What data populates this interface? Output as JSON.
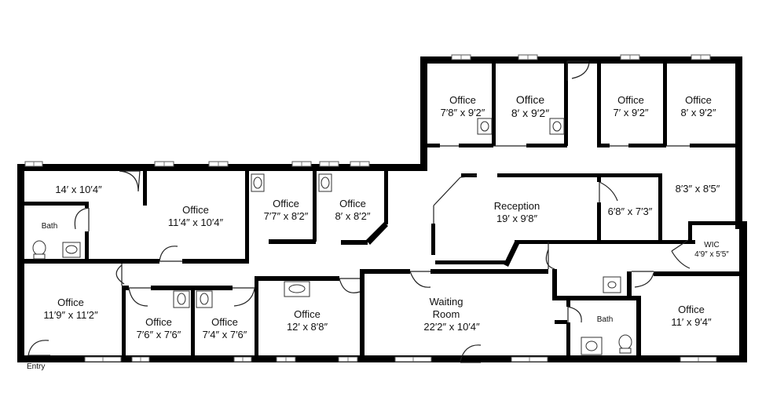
{
  "plan": {
    "entry_label": "Entry",
    "rooms": [
      {
        "id": "r1",
        "name": "",
        "dim": "14′ x 10′4″"
      },
      {
        "id": "r2",
        "name": "Office",
        "dim": "11′4″ x 10′4″"
      },
      {
        "id": "r3",
        "name": "Bath",
        "dim": ""
      },
      {
        "id": "r4",
        "name": "Office",
        "dim": "7′7″ x 8′2″"
      },
      {
        "id": "r5",
        "name": "Office",
        "dim": "8′ x 8′2″"
      },
      {
        "id": "r6",
        "name": "Office",
        "dim": "7′8″ x 9′2″"
      },
      {
        "id": "r7",
        "name": "Office",
        "dim": "8′ x 9′2″"
      },
      {
        "id": "r8",
        "name": "Office",
        "dim": "7′ x 9′2″"
      },
      {
        "id": "r9",
        "name": "Office",
        "dim": "8′ x 9′2″"
      },
      {
        "id": "r10",
        "name": "Reception",
        "dim": "19′ x 9′8″"
      },
      {
        "id": "r11",
        "name": "",
        "dim": "6′8″ x 7′3″"
      },
      {
        "id": "r12",
        "name": "",
        "dim": "8′3″ x 8′5″"
      },
      {
        "id": "r13",
        "name": "WIC",
        "dim": "4′9″ x 5′5″"
      },
      {
        "id": "r14",
        "name": "Office",
        "dim": "11′9″ x 11′2″"
      },
      {
        "id": "r15",
        "name": "Office",
        "dim": "7′6″ x 7′6″"
      },
      {
        "id": "r16",
        "name": "Office",
        "dim": "7′4″ x 7′6″"
      },
      {
        "id": "r17",
        "name": "Office",
        "dim": "12′ x 8′8″"
      },
      {
        "id": "r18",
        "name": "Waiting",
        "dim": "Room"
      },
      {
        "id": "r18b",
        "name": "",
        "dim": "22′2″ x 10′4″"
      },
      {
        "id": "r19",
        "name": "Bath",
        "dim": ""
      },
      {
        "id": "r20",
        "name": "Office",
        "dim": "11′ x 9′4″"
      }
    ]
  }
}
